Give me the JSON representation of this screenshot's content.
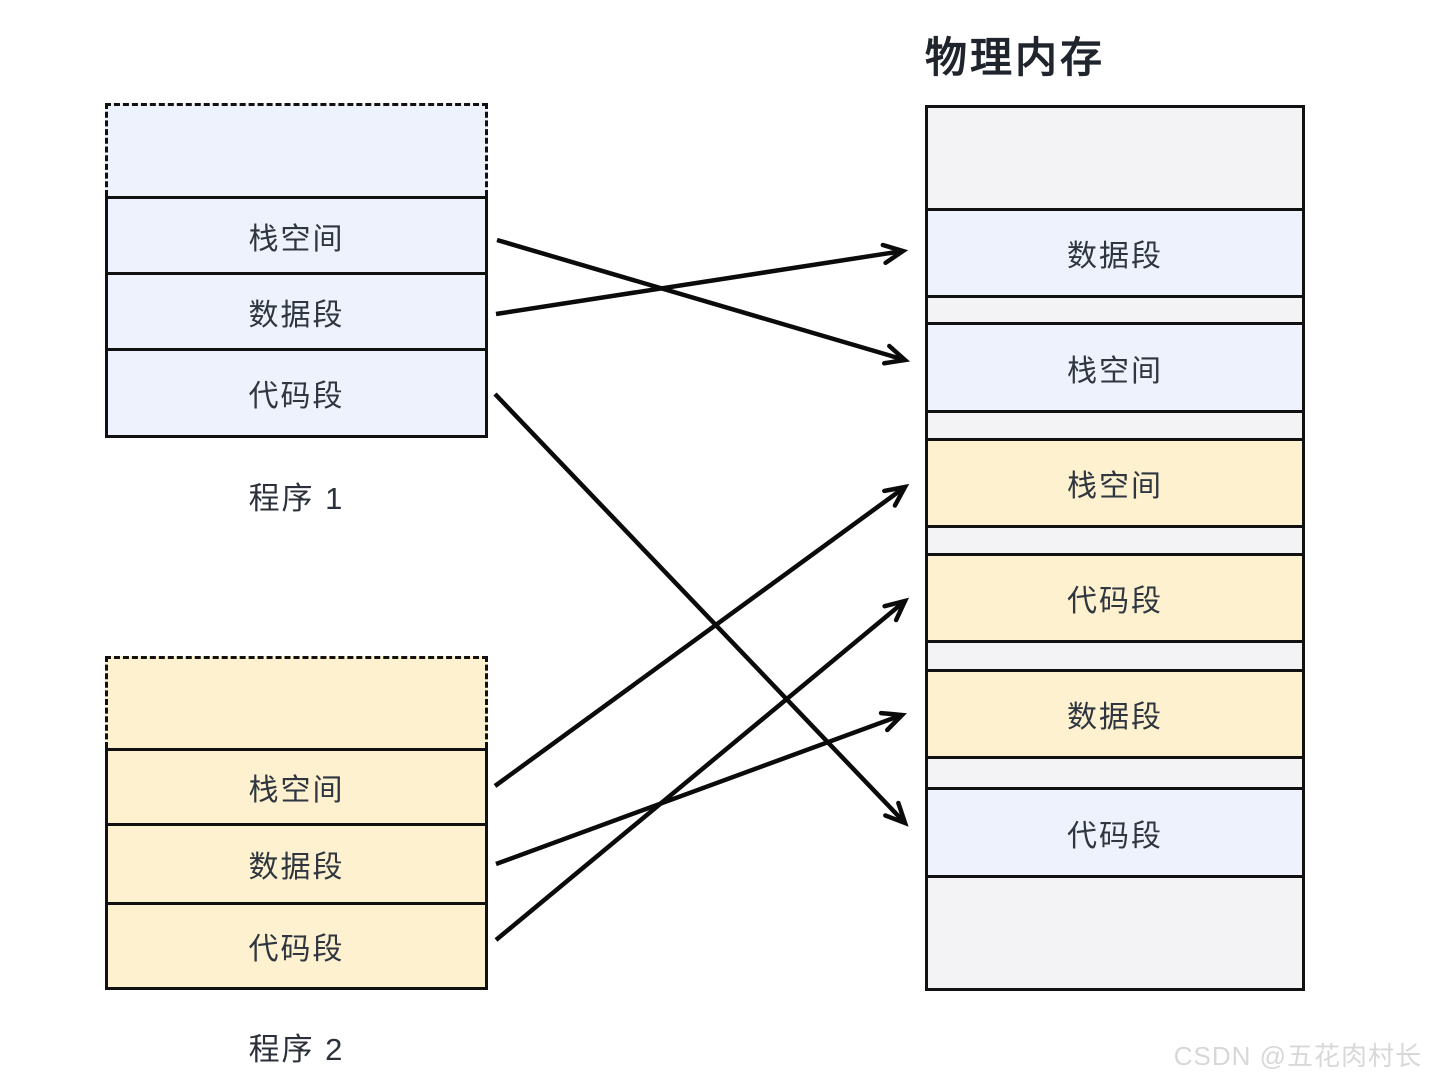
{
  "title": "物理内存",
  "watermark": "CSDN @五花肉村长",
  "colors": {
    "program1_fill": "#edf2fc",
    "program2_fill": "#fdf1cf",
    "free_fill": "#f3f3f5",
    "border": "#111111",
    "arrow": "#0b0b0b",
    "text": "#2f3640",
    "watermark": "#d8d8d8"
  },
  "program1": {
    "label": "程序 1",
    "segments": {
      "stack": "栈空间",
      "data": "数据段",
      "code": "代码段"
    }
  },
  "program2": {
    "label": "程序 2",
    "segments": {
      "stack": "栈空间",
      "data": "数据段",
      "code": "代码段"
    }
  },
  "physical": {
    "rows": [
      {
        "type": "free",
        "label": ""
      },
      {
        "type": "program1",
        "label": "数据段"
      },
      {
        "type": "free",
        "label": ""
      },
      {
        "type": "program1",
        "label": "栈空间"
      },
      {
        "type": "free",
        "label": ""
      },
      {
        "type": "program2",
        "label": "栈空间"
      },
      {
        "type": "free",
        "label": ""
      },
      {
        "type": "program2",
        "label": "代码段"
      },
      {
        "type": "free",
        "label": ""
      },
      {
        "type": "program2",
        "label": "数据段"
      },
      {
        "type": "free",
        "label": ""
      },
      {
        "type": "program1",
        "label": "代码段"
      },
      {
        "type": "free",
        "label": ""
      }
    ]
  },
  "arrows": [
    {
      "from": "program1.stack",
      "to": "physical.row3-stack-blue"
    },
    {
      "from": "program1.data",
      "to": "physical.row1-data-blue"
    },
    {
      "from": "program1.code",
      "to": "physical.row11-code-blue"
    },
    {
      "from": "program2.stack",
      "to": "physical.row5-stack-yellow"
    },
    {
      "from": "program2.data",
      "to": "physical.row9-data-yellow"
    },
    {
      "from": "program2.code",
      "to": "physical.row7-code-yellow"
    }
  ]
}
